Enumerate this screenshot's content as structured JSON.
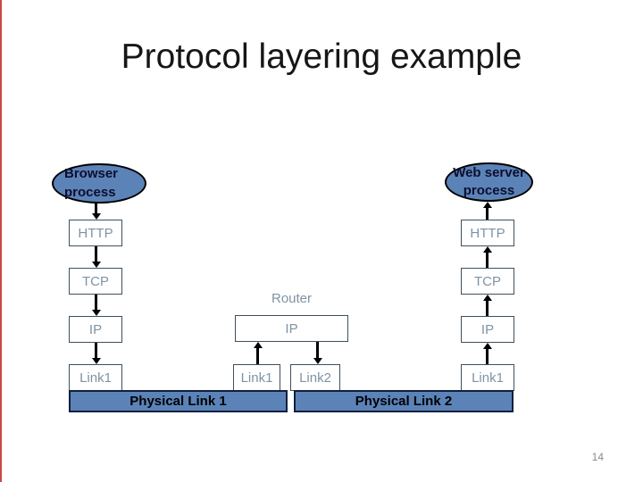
{
  "slide": {
    "title": "Protocol layering example",
    "page_number": "14"
  },
  "colors": {
    "node_fill": "#5b83b8",
    "node_border": "#000000",
    "process_text": "#0e0e2e",
    "layer_box_border": "#3f4f5c",
    "layer_text": "#7f93a4",
    "bar_fill": "#5b83b8",
    "bar_border": "#0f1f3d",
    "bar_text": "#000000",
    "arrow": "#000000",
    "left_edge_accent": "#cc4747",
    "page_number_text": "#8a8a8a"
  },
  "diagram": {
    "browser": {
      "label_line1": "Browser",
      "label_line2": "process",
      "layers": [
        "HTTP",
        "TCP",
        "IP",
        "Link1"
      ]
    },
    "web_server": {
      "label_line1": "Web server",
      "label_line2": "process",
      "layers": [
        "HTTP",
        "TCP",
        "IP",
        "Link1"
      ]
    },
    "router": {
      "label": "Router",
      "ip_label": "IP",
      "link1_label": "Link1",
      "link2_label": "Link2"
    },
    "physical_link_1": "Physical Link 1",
    "physical_link_2": "Physical Link 2"
  }
}
